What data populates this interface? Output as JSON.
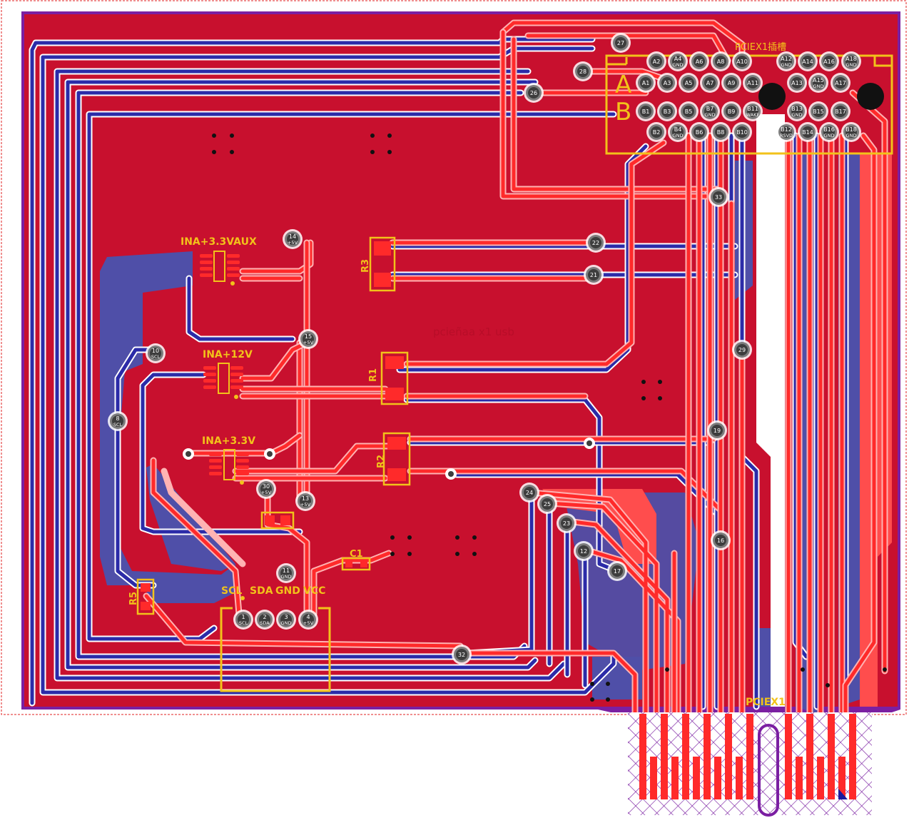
{
  "board": {
    "title_hidden_text": "pcieñaa x1 usb",
    "connector_header_label": "PCIEX1插槽",
    "connector_edge_label": "PCIEX1",
    "row_label_a": "A",
    "row_label_b": "B"
  },
  "chips": [
    {
      "id": "ina-3v3aux",
      "label": "INA+3.3VAUX"
    },
    {
      "id": "ina-12v",
      "label": "INA+12V"
    },
    {
      "id": "ina-3v3",
      "label": "INA+3.3V"
    }
  ],
  "resistors": [
    {
      "id": "r1",
      "label": "R1"
    },
    {
      "id": "r2",
      "label": "R2"
    },
    {
      "id": "r3",
      "label": "R3"
    },
    {
      "id": "r5",
      "label": "R5"
    }
  ],
  "capacitor": {
    "label": "C1"
  },
  "header": {
    "labels": [
      "SCL",
      "SDA",
      "GND",
      "VCC"
    ],
    "pins": [
      {
        "num": "1",
        "sub": "SCL"
      },
      {
        "num": "2",
        "sub": "SDA"
      },
      {
        "num": "3",
        "sub": "GND"
      },
      {
        "num": "4",
        "sub": "+5V"
      }
    ]
  },
  "vias": [
    {
      "num": "27",
      "sub": ""
    },
    {
      "num": "28",
      "sub": ""
    },
    {
      "num": "26",
      "sub": ""
    },
    {
      "num": "33",
      "sub": ""
    },
    {
      "num": "22",
      "sub": ""
    },
    {
      "num": "21",
      "sub": ""
    },
    {
      "num": "14",
      "sub": "+5V"
    },
    {
      "num": "15",
      "sub": "+5V"
    },
    {
      "num": "10",
      "sub": "SCL"
    },
    {
      "num": "8",
      "sub": "SCL"
    },
    {
      "num": "29",
      "sub": ""
    },
    {
      "num": "19",
      "sub": ""
    },
    {
      "num": "30",
      "sub": "+5V"
    },
    {
      "num": "13",
      "sub": "+5V"
    },
    {
      "num": "11",
      "sub": "GND"
    },
    {
      "num": "24",
      "sub": ""
    },
    {
      "num": "25",
      "sub": ""
    },
    {
      "num": "23",
      "sub": ""
    },
    {
      "num": "12",
      "sub": ""
    },
    {
      "num": "17",
      "sub": ""
    },
    {
      "num": "16",
      "sub": ""
    },
    {
      "num": "32",
      "sub": ""
    }
  ],
  "pcie_pins_a_top": [
    {
      "num": "A2",
      "sub": ""
    },
    {
      "num": "A4",
      "sub": "GND"
    },
    {
      "num": "A6",
      "sub": ""
    },
    {
      "num": "A8",
      "sub": ""
    },
    {
      "num": "A10",
      "sub": ""
    },
    {
      "num": "A12",
      "sub": "GND"
    },
    {
      "num": "A14",
      "sub": ""
    },
    {
      "num": "A16",
      "sub": ""
    },
    {
      "num": "A18",
      "sub": "GND"
    }
  ],
  "pcie_pins_a_bottom": [
    {
      "num": "A1",
      "sub": ""
    },
    {
      "num": "A3",
      "sub": ""
    },
    {
      "num": "A5",
      "sub": ""
    },
    {
      "num": "A7",
      "sub": ""
    },
    {
      "num": "A9",
      "sub": ""
    },
    {
      "num": "A11",
      "sub": ""
    },
    {
      "num": "A13",
      "sub": ""
    },
    {
      "num": "A15",
      "sub": "GND"
    },
    {
      "num": "A17",
      "sub": ""
    }
  ],
  "pcie_pins_b_top": [
    {
      "num": "B1",
      "sub": ""
    },
    {
      "num": "B3",
      "sub": ""
    },
    {
      "num": "B5",
      "sub": ""
    },
    {
      "num": "B7",
      "sub": "GND"
    },
    {
      "num": "B9",
      "sub": ""
    },
    {
      "num": "B11",
      "sub": "WAKE"
    },
    {
      "num": "B13",
      "sub": "GND"
    },
    {
      "num": "B15",
      "sub": ""
    },
    {
      "num": "B17",
      "sub": ""
    }
  ],
  "pcie_pins_b_bottom": [
    {
      "num": "B2",
      "sub": ""
    },
    {
      "num": "B4",
      "sub": "GND"
    },
    {
      "num": "B6",
      "sub": ""
    },
    {
      "num": "B8",
      "sub": ""
    },
    {
      "num": "B10",
      "sub": ""
    },
    {
      "num": "B12",
      "sub": "RSVD"
    },
    {
      "num": "B14",
      "sub": ""
    },
    {
      "num": "B16",
      "sub": "GND"
    },
    {
      "num": "B18",
      "sub": "GND"
    }
  ],
  "colors": {
    "board_top": "#c8102e",
    "bottom_copper": "#4f4fa8",
    "top_trace": "#ff2a2a",
    "silkscreen": "#f2c21a",
    "outline": "#7b1fa2"
  }
}
